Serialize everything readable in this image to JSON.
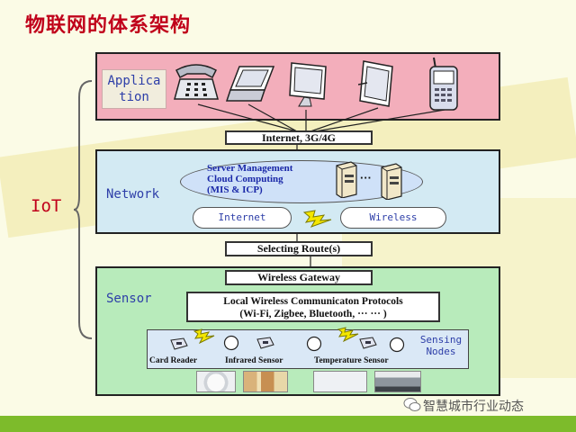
{
  "title": "物联网的体系架构",
  "iot_label": "IoT",
  "layers": {
    "application": {
      "label_line1": "Applica",
      "label_line2": "tion"
    },
    "network": {
      "label": "Network"
    },
    "sensor": {
      "label": "Sensor"
    }
  },
  "bars": {
    "internet": "Internet, 3G/4G",
    "selecting_route": "Selecting Route(s)",
    "wireless_gateway": "Wireless Gateway"
  },
  "server": {
    "line1": "Server Management",
    "line2": "Cloud Computing",
    "line3": "(MIS & ICP)",
    "dots": "···"
  },
  "clouds": {
    "internet": "Internet",
    "wireless": "Wireless"
  },
  "protocols": {
    "line1": "Local Wireless Communicaton Protocols",
    "line2": "(Wi-Fi, Zigbee, Bluetooth, ··· ··· )"
  },
  "nodes": {
    "sensing_line1": "Sensing",
    "sensing_line2": "Nodes",
    "card_reader": "Card Reader",
    "infrared": "Infrared Sensor",
    "temperature": "Temperature Sensor"
  },
  "watermark": "智慧城市行业动态",
  "colors": {
    "application_layer": "#f3aebb",
    "network_layer": "#d3eaf3",
    "sensor_layer": "#b8ebbb",
    "title": "#c0001a",
    "layer_label": "#2d3ea8",
    "footer": "#7dbb2b"
  },
  "icons": [
    "telephone-icon",
    "laptop-icon",
    "monitor-icon",
    "tablet-icon",
    "mobile-phone-icon",
    "server-icon",
    "lightning-icon",
    "wechat-icon"
  ]
}
